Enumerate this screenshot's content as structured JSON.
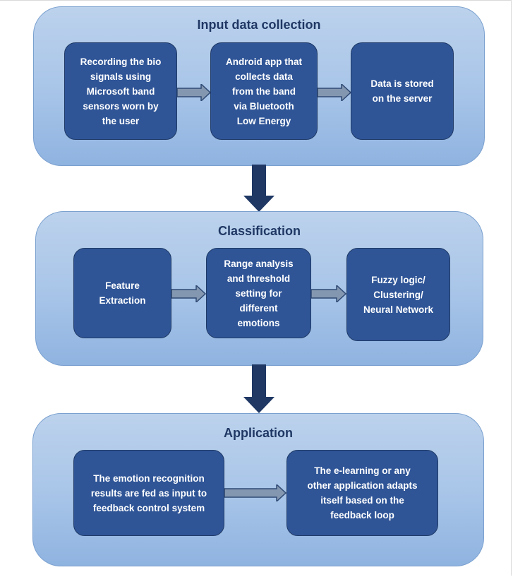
{
  "diagram": {
    "stages": [
      {
        "title": "Input data collection",
        "steps": [
          "Recording the bio\nsignals using\nMicrosoft band\nsensors worn by\nthe user",
          "Android app that\ncollects data\nfrom the band\nvia Bluetooth\nLow Energy",
          "Data is stored\non the server"
        ]
      },
      {
        "title": "Classification",
        "steps": [
          "Feature\nExtraction",
          "Range analysis\nand threshold\nsetting for\ndifferent\nemotions",
          "Fuzzy logic/\nClustering/\nNeural Network"
        ]
      },
      {
        "title": "Application",
        "steps": [
          "The emotion recognition\nresults are fed as input to\nfeedback control system",
          "The e-learning or any\nother application adapts\nitself based on the\nfeedback loop"
        ]
      }
    ]
  },
  "colors": {
    "stage_fill_top": "#bcd2ec",
    "stage_fill_bottom": "#8fb3e0",
    "box_fill": "#2f5597",
    "title_text": "#1f3864",
    "connector_arrow": "#1f3864",
    "step_arrow_fill": "#8497b0"
  }
}
